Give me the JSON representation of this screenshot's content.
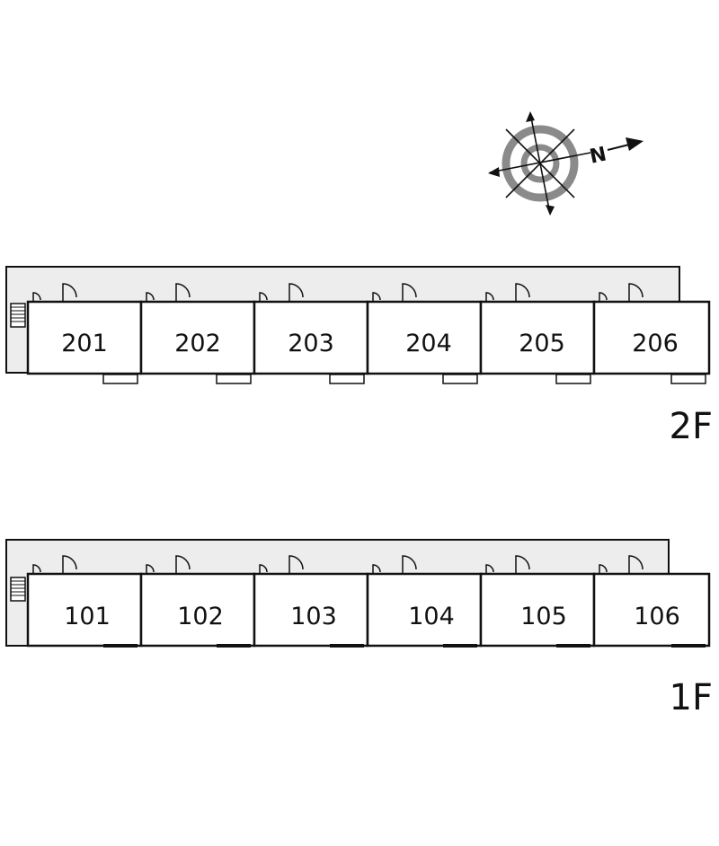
{
  "compass": {
    "icon": "north-arrow-compass-icon",
    "north_label": "N"
  },
  "colors": {
    "corridor": "#ededed",
    "outline": "#111111",
    "compass_ring": "#8a8a8a"
  },
  "floors": [
    {
      "label": "2F",
      "units": [
        "201",
        "202",
        "203",
        "204",
        "205",
        "206"
      ]
    },
    {
      "label": "1F",
      "units": [
        "101",
        "102",
        "103",
        "104",
        "105",
        "106"
      ]
    }
  ]
}
